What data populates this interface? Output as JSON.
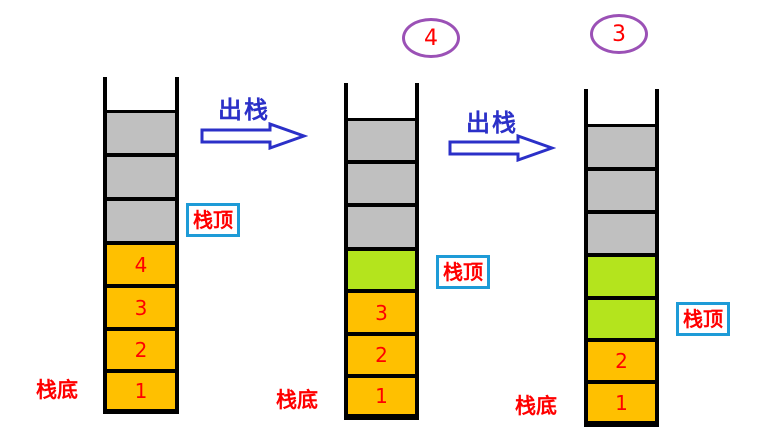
{
  "arrows": [
    {
      "label": "出栈"
    },
    {
      "label": "出栈"
    }
  ],
  "popped_circles": [
    "4",
    "3"
  ],
  "stacks": [
    {
      "top_label": "栈顶",
      "bottom_label": "栈底",
      "cells": [
        {
          "state": "empty",
          "text": ""
        },
        {
          "state": "empty",
          "text": ""
        },
        {
          "state": "empty",
          "text": ""
        },
        {
          "state": "filled",
          "text": "4"
        },
        {
          "state": "filled",
          "text": "3"
        },
        {
          "state": "filled",
          "text": "2"
        },
        {
          "state": "filled",
          "text": "1"
        }
      ]
    },
    {
      "top_label": "栈顶",
      "bottom_label": "栈底",
      "cells": [
        {
          "state": "empty",
          "text": ""
        },
        {
          "state": "empty",
          "text": ""
        },
        {
          "state": "empty",
          "text": ""
        },
        {
          "state": "popped",
          "text": ""
        },
        {
          "state": "filled",
          "text": "3"
        },
        {
          "state": "filled",
          "text": "2"
        },
        {
          "state": "filled",
          "text": "1"
        }
      ]
    },
    {
      "top_label": "栈顶",
      "bottom_label": "栈底",
      "cells": [
        {
          "state": "empty",
          "text": ""
        },
        {
          "state": "empty",
          "text": ""
        },
        {
          "state": "empty",
          "text": ""
        },
        {
          "state": "popped",
          "text": ""
        },
        {
          "state": "popped",
          "text": ""
        },
        {
          "state": "filled",
          "text": "2"
        },
        {
          "state": "filled",
          "text": "1"
        }
      ]
    }
  ]
}
